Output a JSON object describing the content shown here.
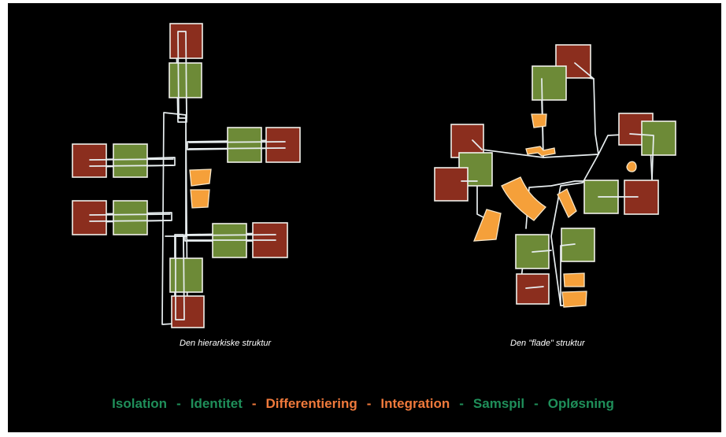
{
  "captions": {
    "hierarchical": "Den hierarkiske struktur",
    "flat": "Den \"flade\" struktur"
  },
  "stages": [
    {
      "label": "Isolation",
      "color": "#1f8f5a"
    },
    {
      "label": "Identitet",
      "color": "#1f8f5a"
    },
    {
      "label": "Differentiering",
      "color": "#f07a3c"
    },
    {
      "label": "Integration",
      "color": "#f07a3c"
    },
    {
      "label": "Samspil",
      "color": "#1f8f5a"
    },
    {
      "label": "Opløsning",
      "color": "#1f8f5a"
    }
  ],
  "separator": "-",
  "colors": {
    "background": "#000000",
    "room_red": "#8b2e1e",
    "room_green": "#6d8a37",
    "shared_orange": "#f5a03a",
    "line": "#e8eef0"
  }
}
